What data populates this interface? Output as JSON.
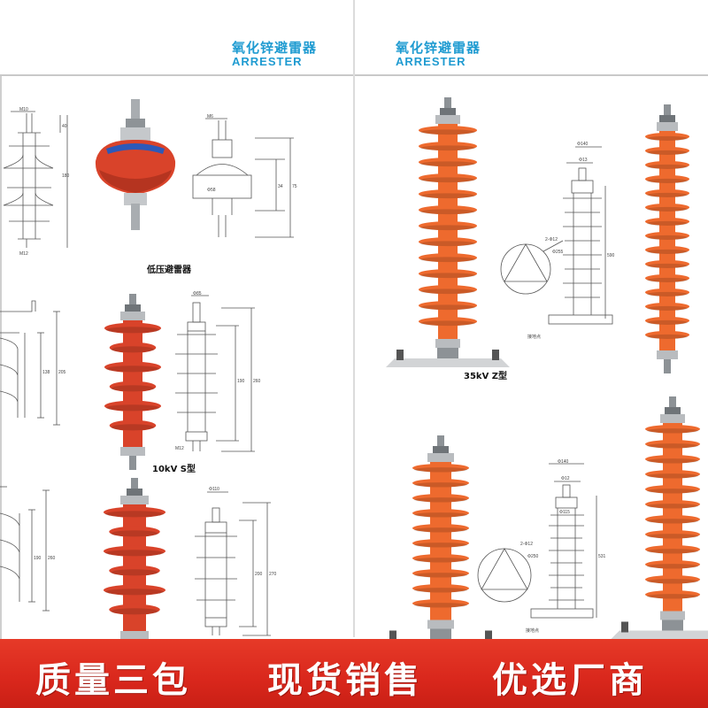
{
  "headings": [
    {
      "cn": "氧化锌避雷器",
      "en": "ARRESTER"
    },
    {
      "cn": "氧化锌避雷器",
      "en": "ARRESTER"
    }
  ],
  "captions": {
    "low_voltage": "低压避雷器",
    "kv10": "10kV S型",
    "kv35": "35kV Z型"
  },
  "slogans": [
    "质量三包",
    "现货销售",
    "优选厂商"
  ],
  "dimensions": {
    "left_top": [
      "M10",
      "40",
      "180",
      "M12"
    ],
    "low": [
      "M6",
      "Φ58",
      "34",
      "75"
    ],
    "kv10": [
      "Φ85",
      "190",
      "260",
      "M12"
    ],
    "left_mid": [
      "138",
      "205"
    ],
    "bottom_mid": [
      "Φ110",
      "200",
      "270"
    ],
    "left_bottom": [
      "190",
      "260"
    ],
    "kv35": [
      "Φ140",
      "Φ13",
      "2-Φ12",
      "Φ255",
      "590",
      "接地点"
    ],
    "right_bottom": [
      "Φ140",
      "Φ12",
      "Φ115",
      "2-Φ12",
      "Φ250",
      "531",
      "接地点"
    ]
  },
  "colors": {
    "heading": "#1f9bd1",
    "banner": "#d9271c",
    "insulator_red": "#d9432a",
    "insulator_orange": "#ee6a2e",
    "metal": "#b9bcbf"
  }
}
